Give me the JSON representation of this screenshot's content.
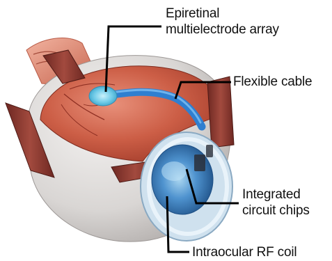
{
  "labels": {
    "array_line1": "Epiretinal",
    "array_line2": "multielectrode array",
    "cable": "Flexible cable",
    "chips_line1": "Integrated",
    "chips_line2": "circuit chips",
    "coil": "Intraocular RF coil"
  },
  "colors": {
    "retina": "#c8573f",
    "sclera": "#d7d4d2",
    "electrode": "#7fd3ec",
    "cable": "#2f7fd0",
    "lens": "#3b7fc4",
    "muscle": "#8e3a32",
    "leader_line": "#000000"
  }
}
